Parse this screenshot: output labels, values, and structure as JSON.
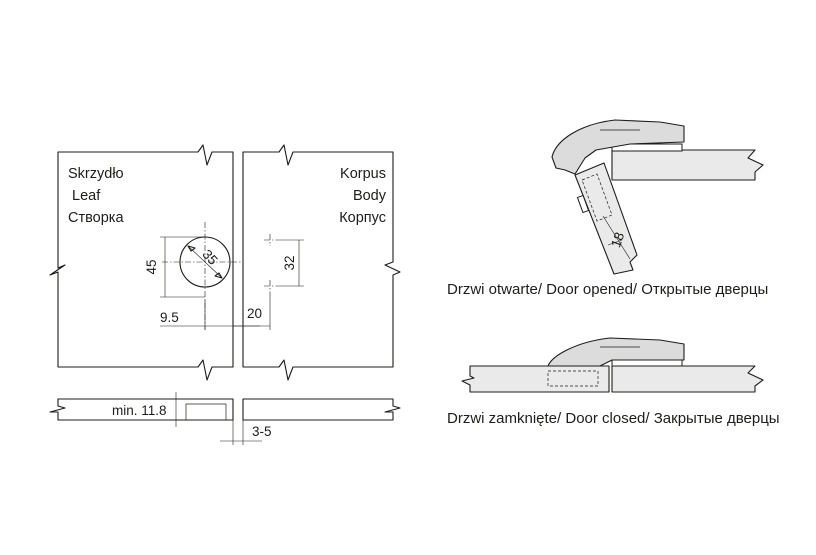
{
  "labels": {
    "leaf": [
      "Skrzydło",
      "Leaf",
      "Створка"
    ],
    "body": [
      "Korpus",
      "Body",
      "Корпус"
    ]
  },
  "dimensions": {
    "bore_diameter": "35",
    "bore_height": "45",
    "bore_offset": "9.5",
    "plate_height": "32",
    "plate_offset": "20",
    "min_thickness": "min. 11.8",
    "gap": "3-5",
    "arm_length": "18"
  },
  "captions": {
    "opened": "Drzwi otwarte/ Door opened/ Открытые дверцы",
    "closed": "Drzwi zamknięte/ Door closed/ Закрытые  дверцы"
  }
}
